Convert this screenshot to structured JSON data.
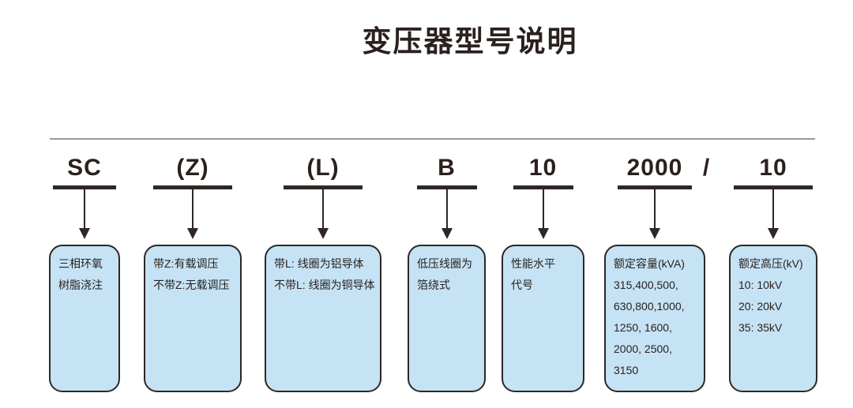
{
  "title": "变压器型号说明",
  "diagram": {
    "slash": "/",
    "colors": {
      "box_fill": "#c5e3f5",
      "box_border": "#2e2724",
      "text": "#2a211e",
      "rule": "#9b9b9b"
    },
    "columns": [
      {
        "code": "SC",
        "lines": [
          "三相环氧",
          "树脂浇注"
        ]
      },
      {
        "code": "(Z)",
        "lines": [
          "带Z:有载调压",
          "不带Z:无载调压"
        ]
      },
      {
        "code": "(L)",
        "lines": [
          "带L: 线圈为铝导体",
          "不带L: 线圈为铜导体"
        ]
      },
      {
        "code": "B",
        "lines": [
          "低压线圈为",
          "箔绕式"
        ]
      },
      {
        "code": "10",
        "lines": [
          "性能水平",
          "代号"
        ]
      },
      {
        "code": "2000",
        "lines": [
          "额定容量(kVA)",
          "315,400,500,",
          "630,800,1000,",
          "1250, 1600,",
          "2000, 2500,",
          "3150"
        ]
      },
      {
        "code": "10",
        "lines": [
          "额定高压(kV)",
          "10: 10kV",
          "20: 20kV",
          "35: 35kV"
        ]
      }
    ]
  }
}
